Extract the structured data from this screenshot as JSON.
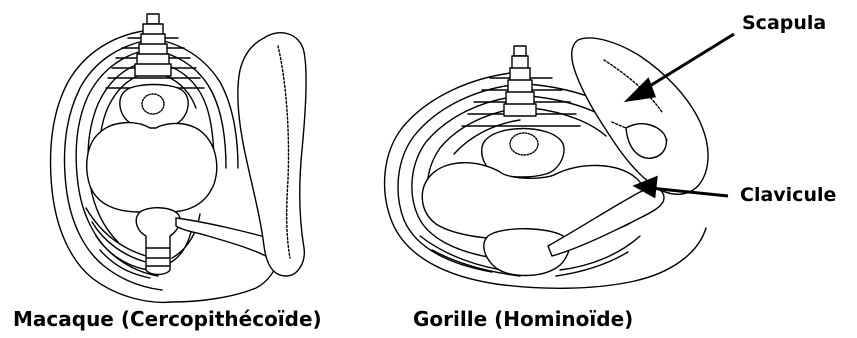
{
  "labels": {
    "scapula": "Scapula",
    "clavicule": "Clavicule"
  },
  "captions": {
    "left": "Macaque (Cercopithécoïde)",
    "right": "Gorille (Hominoïde)"
  },
  "colors": {
    "ink": "#000000",
    "background": "#ffffff",
    "bone_fill": "#ffffff"
  }
}
